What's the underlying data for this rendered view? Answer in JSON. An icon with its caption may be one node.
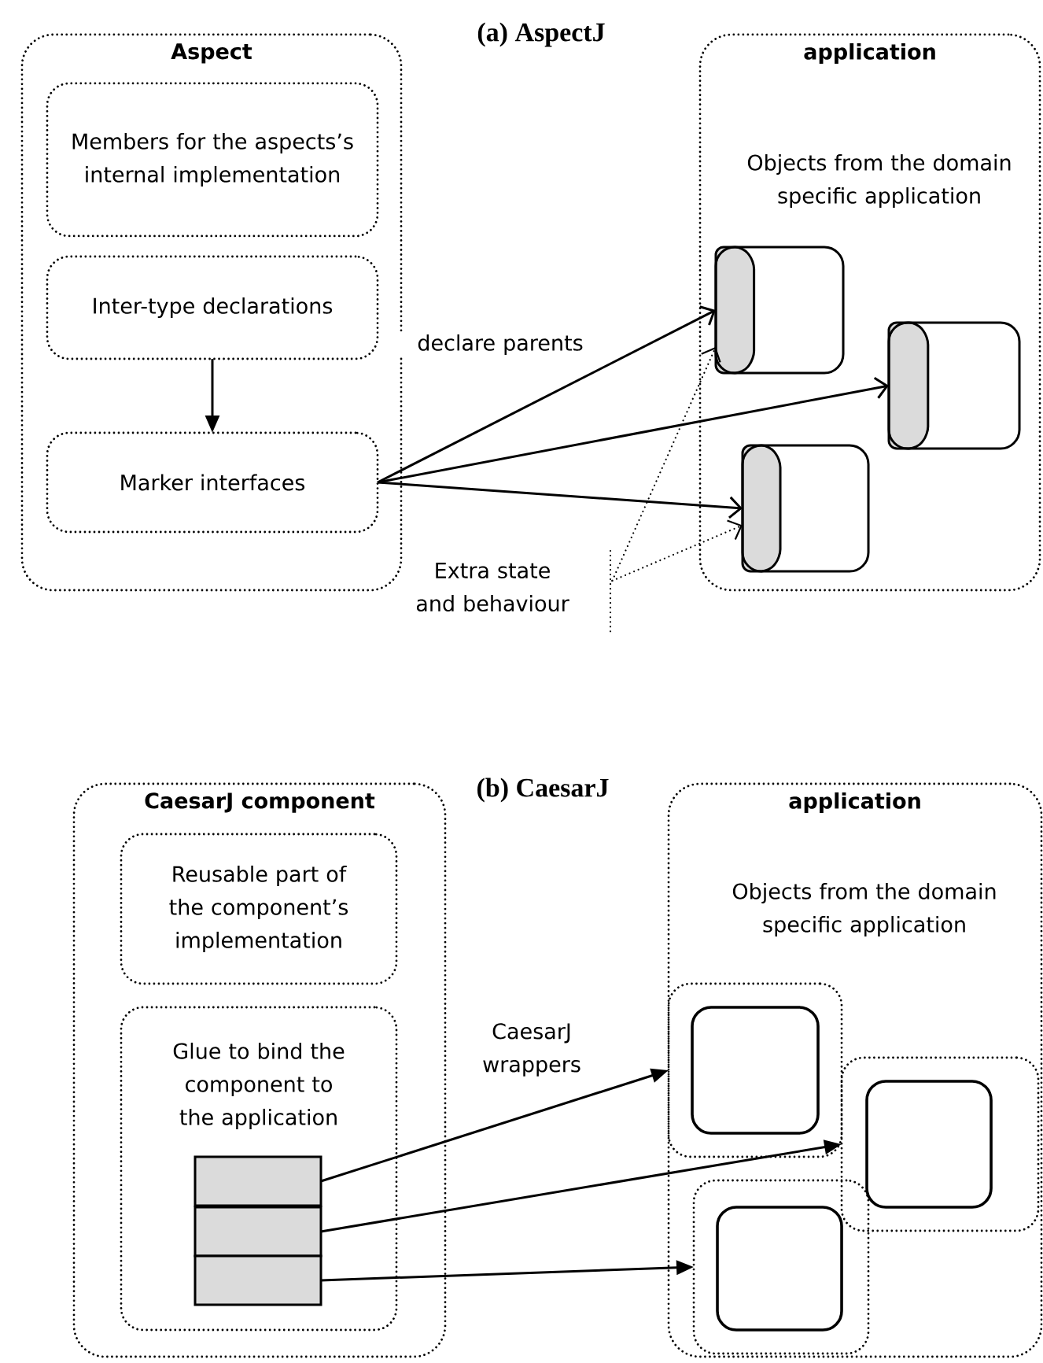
{
  "diagram": {
    "nodes": [
      {
        "text": [
          "Aspect"
        ]
      },
      {
        "text": [
          "Members for the aspects’s internal implementation"
        ],
        "in": 0
      },
      {
        "text": [
          "Inter-type declarations"
        ],
        "in": 0
      },
      {
        "text": [
          "Marker interfaces"
        ],
        "in": 0
      },
      {
        "text": [
          "application",
          "Objects from the domain specific application"
        ]
      },
      {
        "text": [],
        "shape": "box",
        "in": 4
      },
      {
        "text": [],
        "shape": "box",
        "in": 4
      },
      {
        "text": [],
        "shape": "box",
        "in": 4
      },
      {
        "text": [
          "Extra state and behaviour"
        ]
      },
      {
        "text": [
          "CaesarJ component"
        ]
      },
      {
        "text": [
          "Reusable part of the component’s implementation"
        ],
        "in": 9
      },
      {
        "text": [
          "Glue to bind the component to the application"
        ],
        "in": 9
      },
      {
        "text": [],
        "shape": "octagon",
        "in": 11
      },
      {
        "text": [],
        "shape": "octagon",
        "in": 11
      },
      {
        "text": [],
        "shape": "octagon",
        "in": 11
      },
      {
        "text": [
          "application",
          "Objects from the domain specific application"
        ]
      },
      {
        "text": [],
        "shape": "box",
        "in": 15
      },
      {
        "text": [],
        "shape": "box",
        "in": 16
      },
      {
        "text": [],
        "shape": "box",
        "in": 15
      },
      {
        "text": [],
        "shape": "box",
        "in": 18
      },
      {
        "text": [],
        "shape": "box",
        "in": 15
      },
      {
        "text": [],
        "shape": "box",
        "in": 20
      }
    ],
    "edges": [
      {
        "from": 2,
        "to": 3,
        "arrow": "to"
      },
      {
        "from": 3,
        "to": 5,
        "arrow": "to",
        "label": "declare parents"
      },
      {
        "from": 3,
        "to": 6,
        "arrow": "to"
      },
      {
        "from": 3,
        "to": 7,
        "arrow": "to"
      },
      {
        "from": 8,
        "to": 5,
        "arrow": "to",
        "style": "dashed"
      },
      {
        "from": 8,
        "to": 7,
        "arrow": "to",
        "style": "dashed"
      },
      {
        "from": 12,
        "to": 16,
        "arrow": "to",
        "label": "CaesarJ wrappers"
      },
      {
        "from": 13,
        "to": 18,
        "arrow": "to"
      },
      {
        "from": 14,
        "to": 20,
        "arrow": "to"
      }
    ],
    "labels": [
      "(a) AspectJ",
      "(b) CaesarJ"
    ]
  }
}
